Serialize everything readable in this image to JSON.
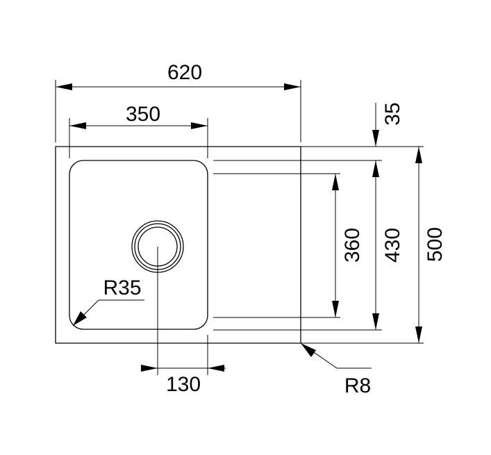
{
  "diagram": {
    "dimensions": {
      "overall_width": "620",
      "bowl_width": "350",
      "rim_offset": "35",
      "bowl_depth": "360",
      "drainer_depth": "430",
      "overall_depth": "500",
      "drain_offset": "130",
      "bowl_radius": "R35",
      "corner_radius": "R8"
    }
  }
}
